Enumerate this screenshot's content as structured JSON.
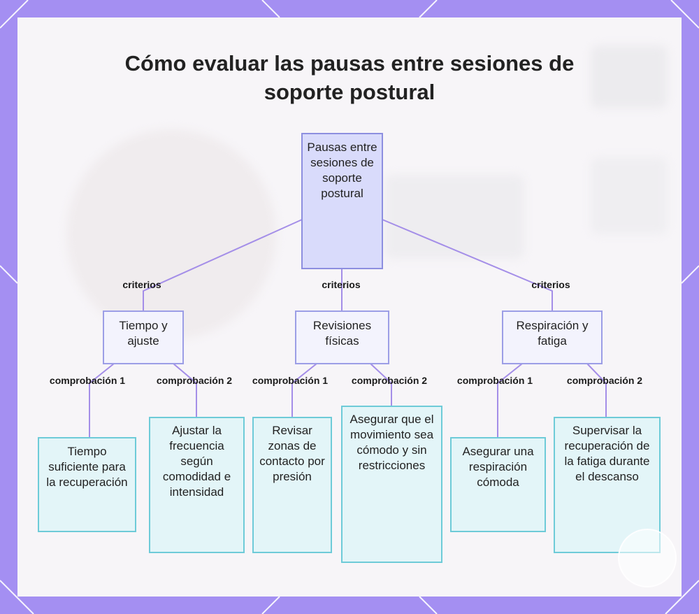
{
  "title": "Cómo evaluar las pausas entre sesiones de soporte postural",
  "root": {
    "label": "Pausas entre sesiones de soporte postural"
  },
  "branches": [
    {
      "edge_label": "criterios",
      "label": "Tiempo y ajuste",
      "checks": [
        {
          "edge_label": "comprobación 1",
          "label": "Tiempo suficiente para la recuperación"
        },
        {
          "edge_label": "comprobación 2",
          "label": "Ajustar la frecuencia según comodidad e intensidad"
        }
      ]
    },
    {
      "edge_label": "criterios",
      "label": "Revisiones físicas",
      "checks": [
        {
          "edge_label": "comprobación 1",
          "label": "Revisar zonas de contacto por presión"
        },
        {
          "edge_label": "comprobación 2",
          "label": "Asegurar que el movimiento sea cómodo y sin restricciones"
        }
      ]
    },
    {
      "edge_label": "criterios",
      "label": "Respiración y fatiga",
      "checks": [
        {
          "edge_label": "comprobación 1",
          "label": "Asegurar una respiración cómoda"
        },
        {
          "edge_label": "comprobación 2",
          "label": "Supervisar la recuperación de la fatiga durante el descanso"
        }
      ]
    }
  ],
  "colors": {
    "frame": "#a48ff2",
    "connector": "#a48ee8",
    "root_fill": "#d9dbfb",
    "mid_fill": "#f3f3fd",
    "leaf_fill": "#e3f5f8",
    "leaf_border": "#6ecbd8"
  }
}
